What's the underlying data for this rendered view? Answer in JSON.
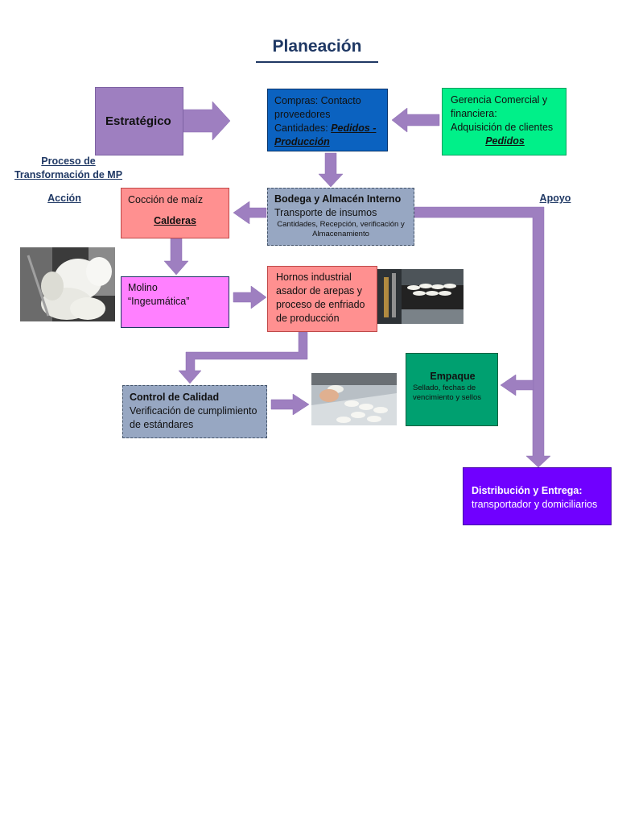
{
  "title": "Planeación",
  "labels": {
    "proceso": "Proceso de Transformación de MP",
    "accion": "Acción",
    "apoyo": "Apoyo"
  },
  "nodes": {
    "estrategico": {
      "label": "Estratégico",
      "color": "#9e7fc0"
    },
    "compras": {
      "line1": "Compras: Contacto proveedores",
      "line2_prefix": "Cantidades: ",
      "line2_emph": "Pedidos - Producción",
      "color": "#0b62c0"
    },
    "gerencia": {
      "line1": "Gerencia Comercial y financiera:",
      "line2": "Adquisición de clientes",
      "line3": "Pedidos",
      "color": "#00f089"
    },
    "bodega": {
      "heading": "Bodega y Almacén Interno",
      "line1": "Transporte de insumos",
      "detail": "Cantidades, Recepción, verificación y Almacenamiento",
      "color": "#97a7c2"
    },
    "coccion": {
      "line1": "Cocción de maíz",
      "line2": "Calderas",
      "color": "#ff9090"
    },
    "molino": {
      "line1": "Molino",
      "line2": "“Ingeumática”",
      "color": "#ff80ff"
    },
    "hornos": {
      "text": "Hornos industrial asador de arepas y proceso de enfriado de producción",
      "color": "#ff9090"
    },
    "empaque": {
      "heading": "Empaque",
      "detail": "Sellado, fechas de vencimiento y sellos",
      "color": "#00a070"
    },
    "calidad": {
      "heading": "Control de Calidad",
      "text": "Verificación de cumplimiento de estándares",
      "color": "#97a7c2"
    },
    "distribucion": {
      "heading": "Distribución y Entrega:",
      "text": "transportador y domiciliarios",
      "color": "#7000ff"
    }
  },
  "colors": {
    "arrow": "#9e7fc0",
    "title": "#1f3864"
  }
}
